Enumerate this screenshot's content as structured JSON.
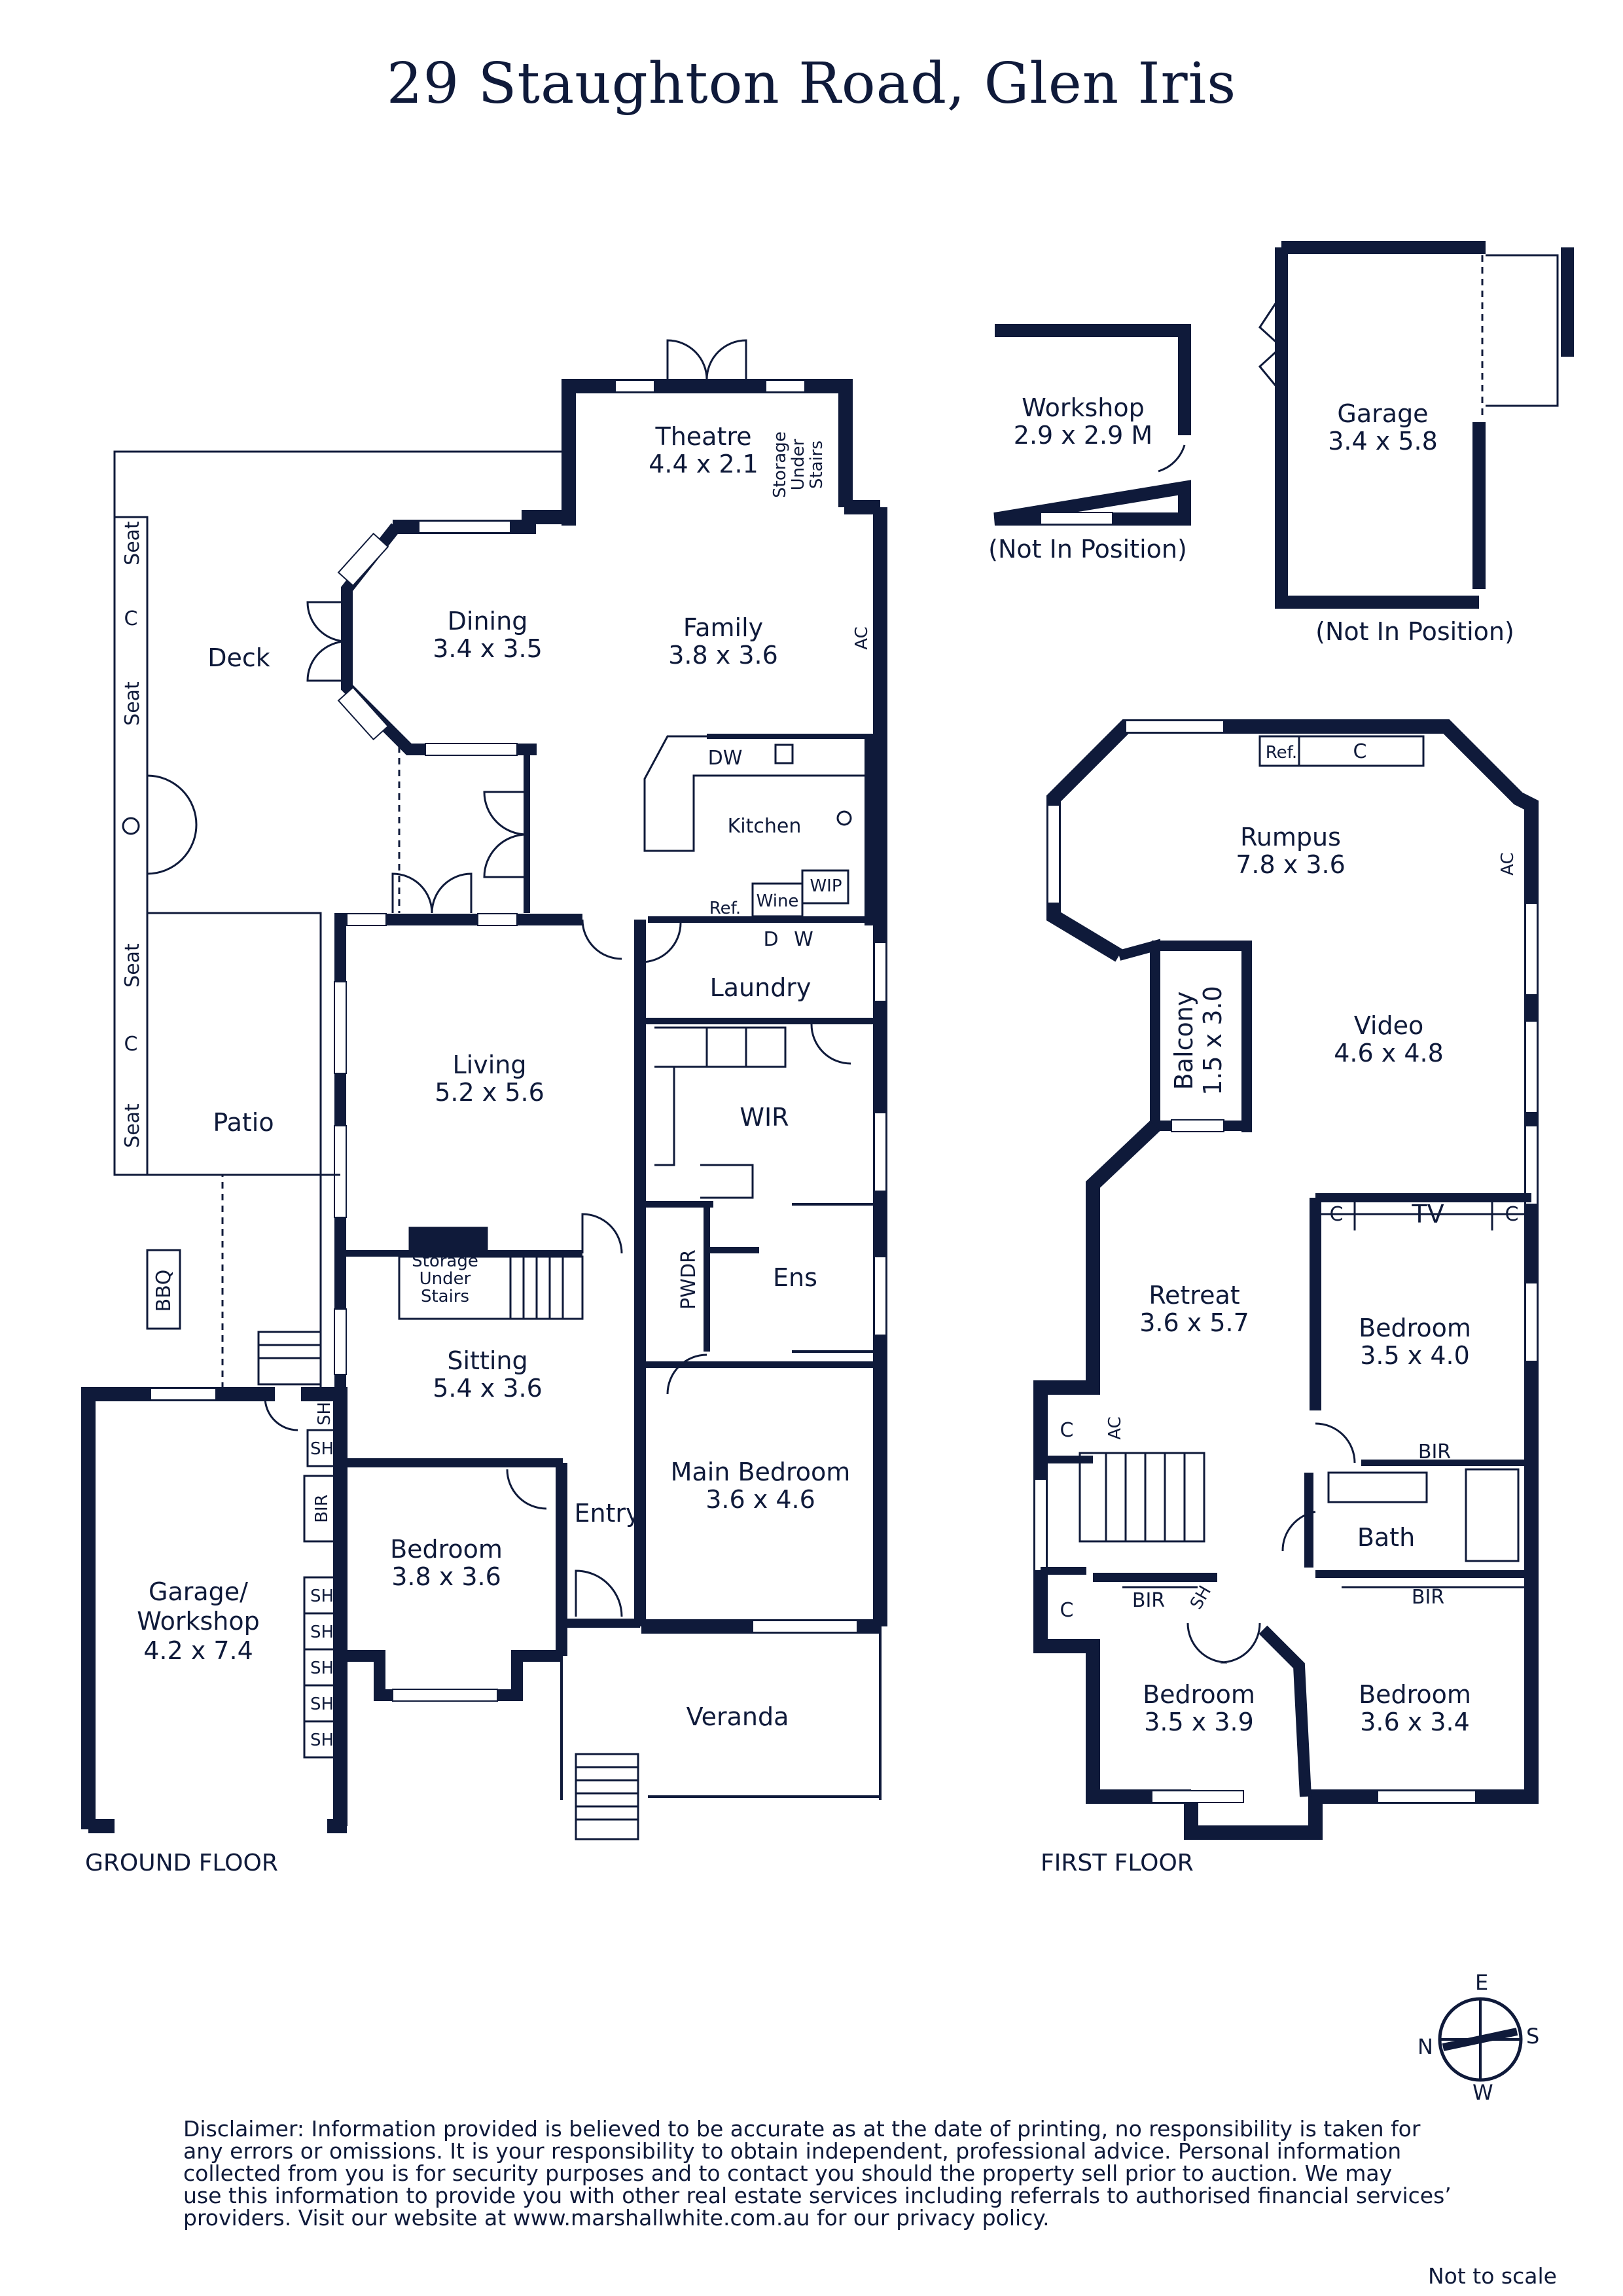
{
  "title": "29 Staughton Road, Glen Iris",
  "floors": {
    "ground": "GROUND FLOOR",
    "first": "FIRST FLOOR"
  },
  "rooms": {
    "theatre": {
      "name": "Theatre",
      "size": "4.4 x 2.1"
    },
    "dining": {
      "name": "Dining",
      "size": "3.4 x 3.5"
    },
    "family": {
      "name": "Family",
      "size": "3.8 x 3.6"
    },
    "deck": {
      "name": "Deck"
    },
    "kitchen": {
      "name": "Kitchen"
    },
    "laundry": {
      "name": "Laundry"
    },
    "living": {
      "name": "Living",
      "size": "5.2 x 5.6"
    },
    "wir": {
      "name": "WIR"
    },
    "patio": {
      "name": "Patio"
    },
    "ens": {
      "name": "Ens"
    },
    "pwdr": {
      "name": "PWDR"
    },
    "sitting": {
      "name": "Sitting",
      "size": "5.4 x 3.6"
    },
    "main_bedroom": {
      "name": "Main Bedroom",
      "size": "3.6 x 4.6"
    },
    "entry": {
      "name": "Entry"
    },
    "bedroom_ground": {
      "name": "Bedroom",
      "size": "3.8 x 3.6"
    },
    "garage_workshop": {
      "line1": "Garage/",
      "line2": "Workshop",
      "size": "4.2 x 7.4"
    },
    "veranda": {
      "name": "Veranda"
    },
    "bbq": {
      "name": "BBQ"
    },
    "workshop": {
      "name": "Workshop",
      "size": "2.9 x 2.9 M"
    },
    "garage": {
      "name": "Garage",
      "size": "3.4 x 5.8"
    },
    "rumpus": {
      "name": "Rumpus",
      "size": "7.8 x 3.6"
    },
    "balcony": {
      "name": "Balcony",
      "size": "1.5 x 3.0"
    },
    "video": {
      "name": "Video",
      "size": "4.6 x 4.8"
    },
    "retreat": {
      "name": "Retreat",
      "size": "3.6 x 5.7"
    },
    "bedroom_1": {
      "name": "Bedroom",
      "size": "3.5 x 4.0"
    },
    "bath": {
      "name": "Bath"
    },
    "bedroom_2": {
      "name": "Bedroom",
      "size": "3.5 x 3.9"
    },
    "bedroom_3": {
      "name": "Bedroom",
      "size": "3.6 x 3.4"
    }
  },
  "fixtures": {
    "seat": "Seat",
    "c": "C",
    "storage_under_stairs": [
      "Storage",
      "Under",
      "Stairs"
    ],
    "ac": "AC",
    "dw": "DW",
    "wine": "Wine",
    "wip": "WIP",
    "ref": "Ref.",
    "d": "D",
    "w": "W",
    "sh": "SH",
    "bir": "BIR",
    "tv": "TV"
  },
  "not_in_position": "(Not In Position)",
  "compass": {
    "n": "N",
    "e": "E",
    "s": "S",
    "w": "W"
  },
  "disclaimer": [
    "Disclaimer: Information provided is believed to be accurate as at the date of printing, no responsibility is taken for",
    "any errors or omissions. It is your responsibility to obtain independent, professional advice. Personal information",
    "collected from you is for security purposes and to contact you should the property sell prior to auction. We may",
    "use this information to provide you with other real estate services including referrals to authorised financial services’",
    "providers. Visit our website at www.marshallwhite.com.au for our privacy policy."
  ],
  "scale_note": "Not to scale",
  "colors": {
    "wall": "#0f1a3a",
    "window": "#ffffff"
  }
}
